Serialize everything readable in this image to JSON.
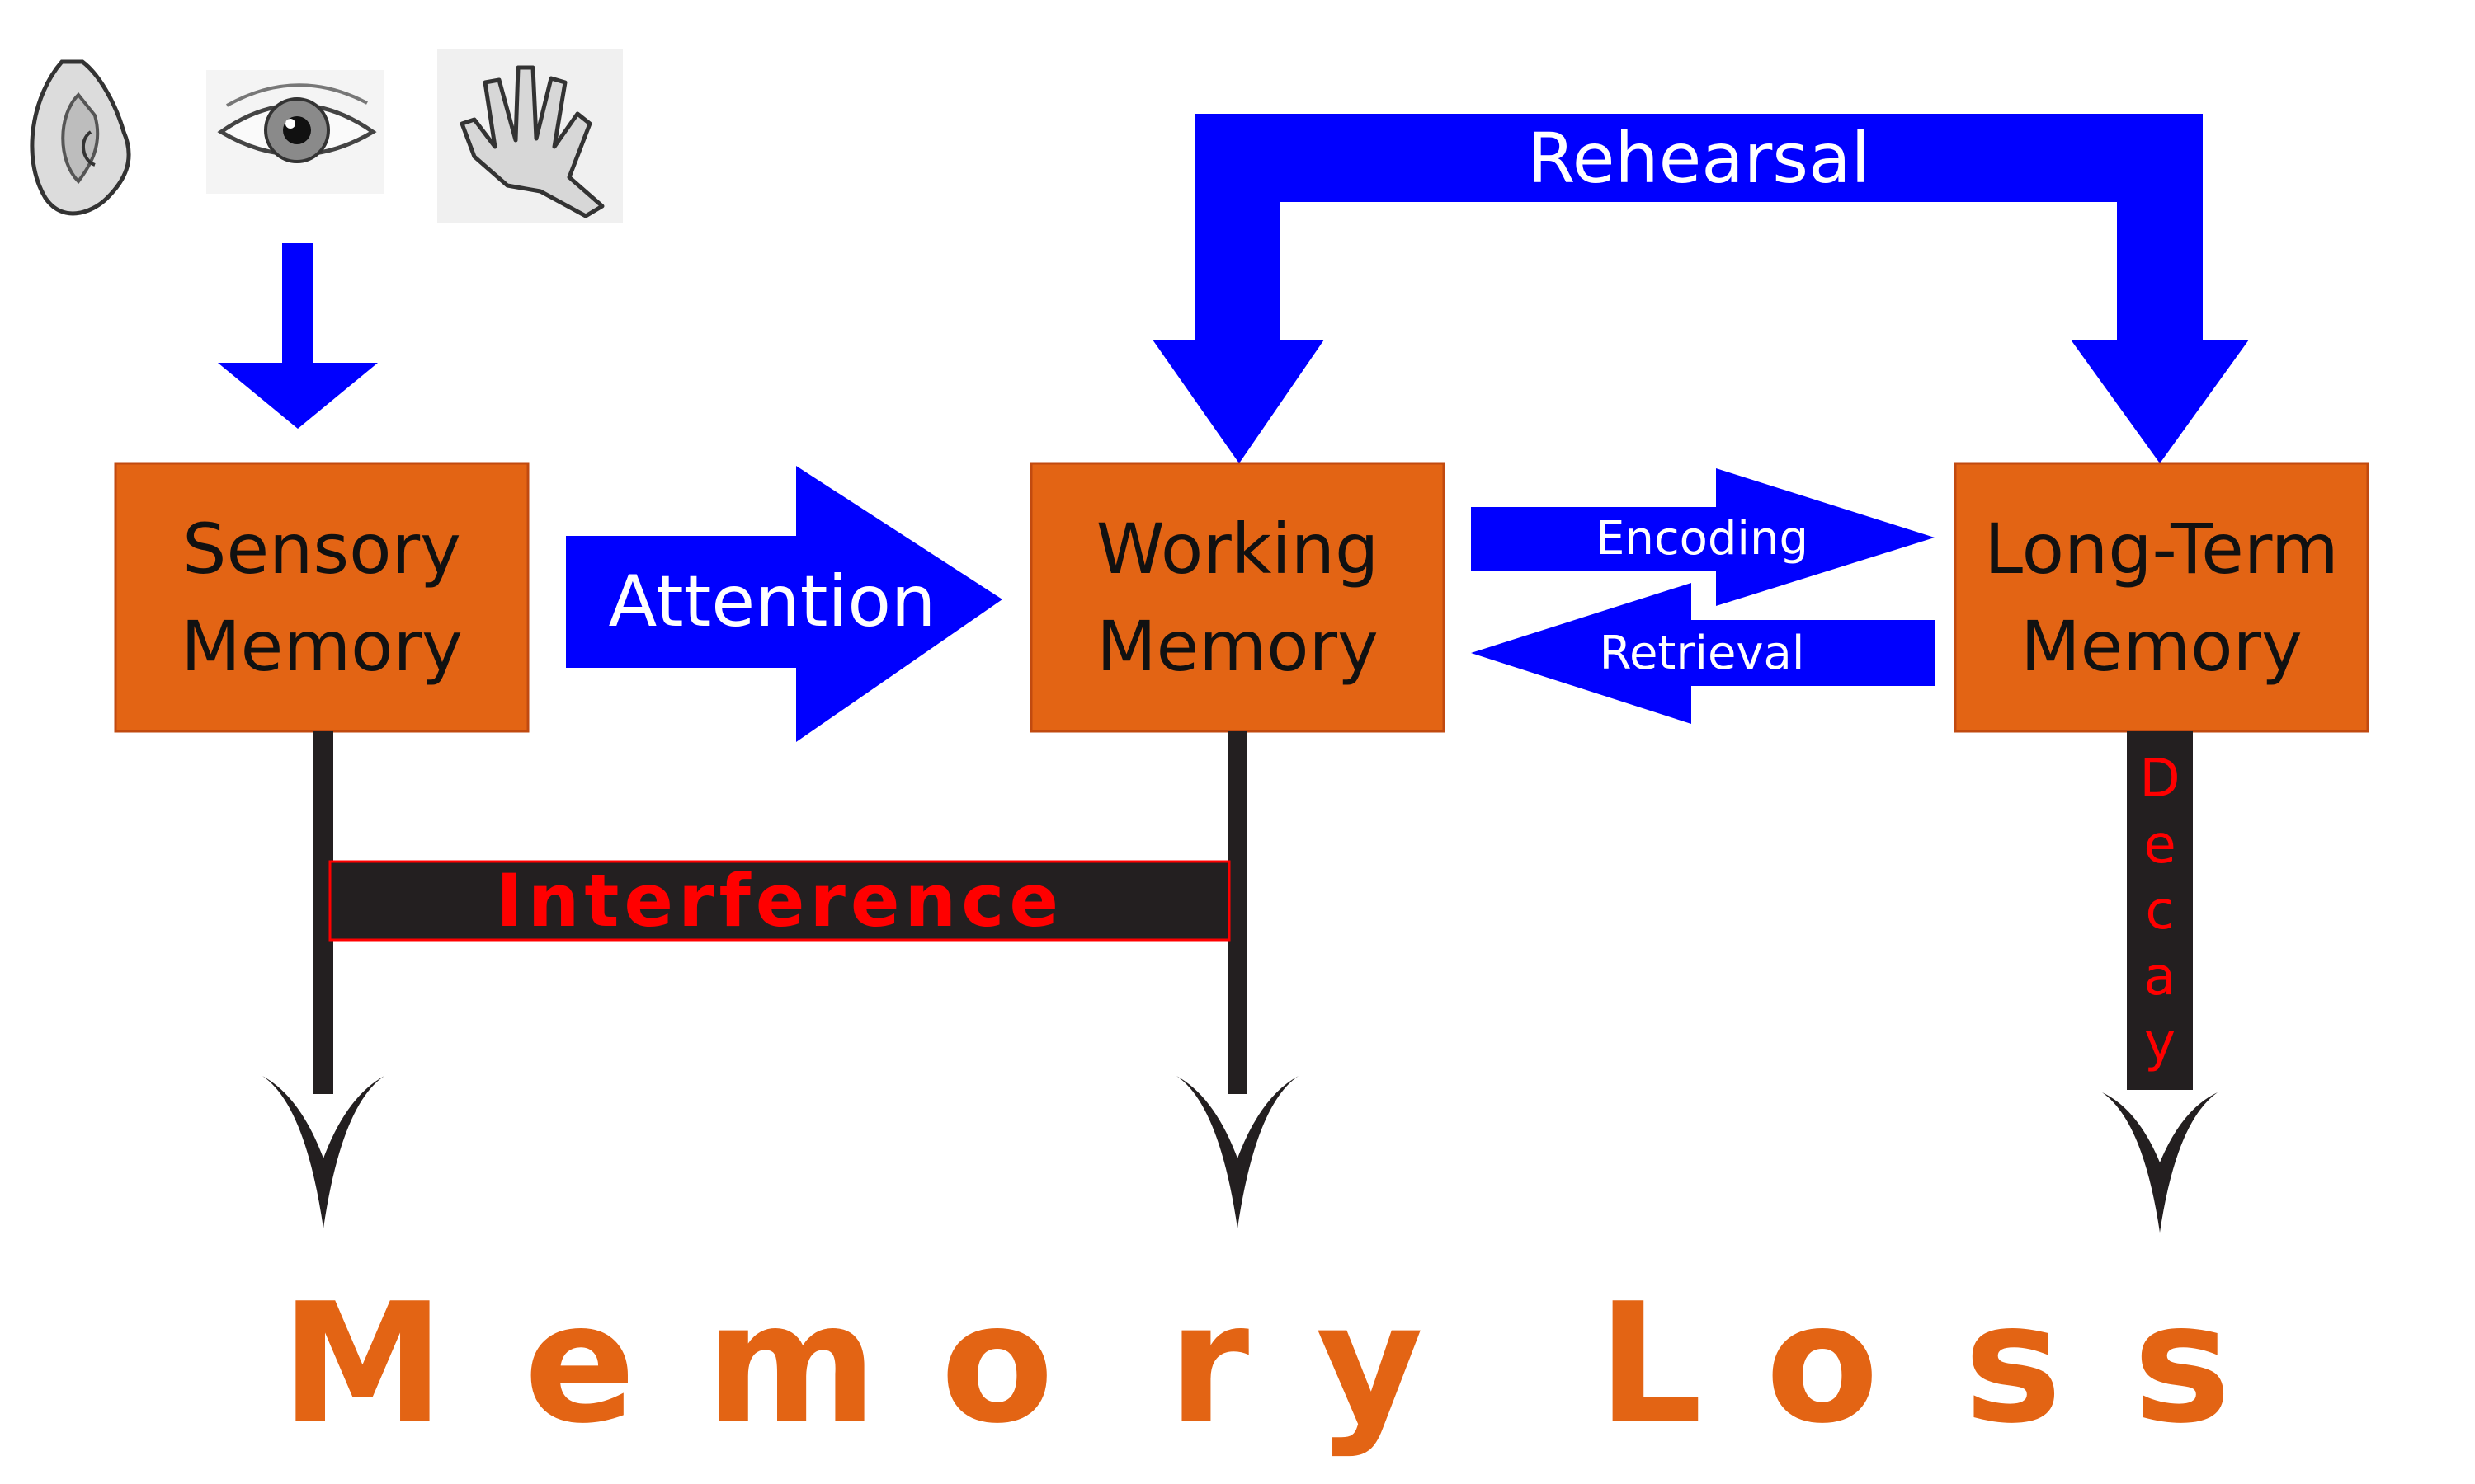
{
  "colors": {
    "box_fill": "#e36414",
    "box_border": "#c14a10",
    "arrow_blue": "#0000ff",
    "loss_bar": "#231f20",
    "interference_text": "#ff0000",
    "memory_loss_text": "#e36414"
  },
  "senses": {
    "ear_icon": "ear-icon",
    "eye_icon": "eye-icon",
    "hand_icon": "hand-icon"
  },
  "boxes": {
    "sensory": {
      "line1": "Sensory",
      "line2": "Memory"
    },
    "working": {
      "line1": "Working",
      "line2": "Memory"
    },
    "long_term": {
      "line1": "Long-Term",
      "line2": "Memory"
    }
  },
  "arrows": {
    "attention": "Attention",
    "encoding": "Encoding",
    "retrieval": "Retrieval",
    "rehearsal": "Rehearsal"
  },
  "loss": {
    "interference": "Interference",
    "decay_letters": [
      "D",
      "e",
      "c",
      "a",
      "y"
    ],
    "memory_loss_letters": [
      "M",
      "e",
      "m",
      "o",
      "r",
      "y",
      "L",
      "o",
      "s",
      "s"
    ]
  }
}
